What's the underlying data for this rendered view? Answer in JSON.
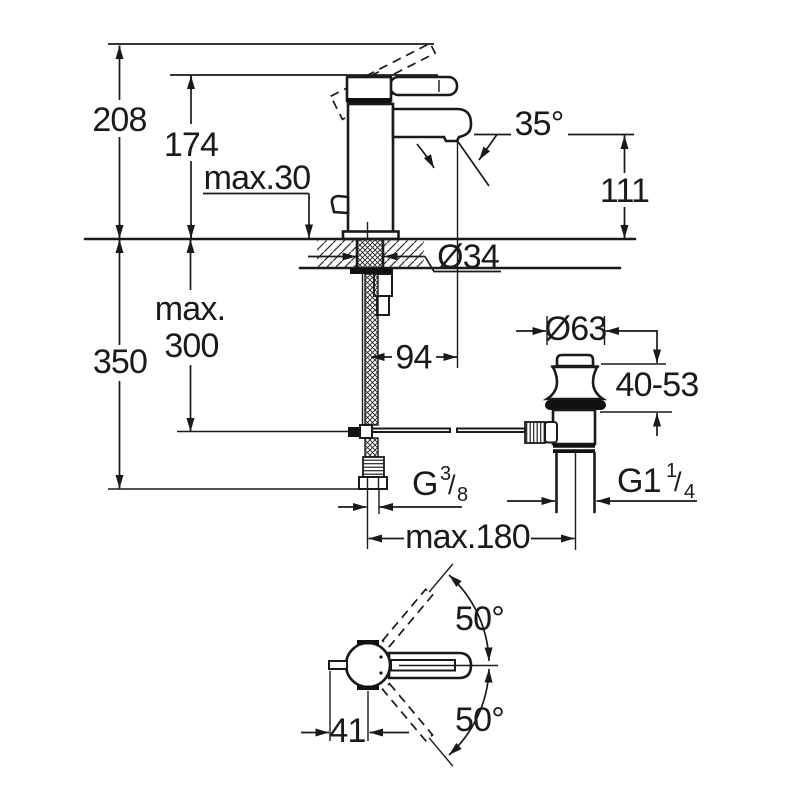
{
  "front_view": {
    "overall_height": "208",
    "body_height": "174",
    "max_deck_thickness": "max.30",
    "stream_angle": "35°",
    "spout_outlet_height": "111",
    "mounting_hole_diameter": "Ø34",
    "max_hose_depth_prefix": "max.",
    "max_hose_depth_value": "300",
    "hose_length": "350",
    "spout_reach": "94",
    "center_distance": "max.180",
    "supply_thread": {
      "base": "G",
      "numerator": "3",
      "slash": "/",
      "denominator": "8"
    }
  },
  "waste_valve": {
    "flange_diameter": "Ø63",
    "mount_height_range": "40-53",
    "thread": {
      "base": "G1",
      "numerator": "1",
      "slash": "/",
      "denominator": "4"
    }
  },
  "top_view": {
    "handle_swing_up": "50°",
    "handle_swing_down": "50°",
    "handle_offset": "41"
  }
}
